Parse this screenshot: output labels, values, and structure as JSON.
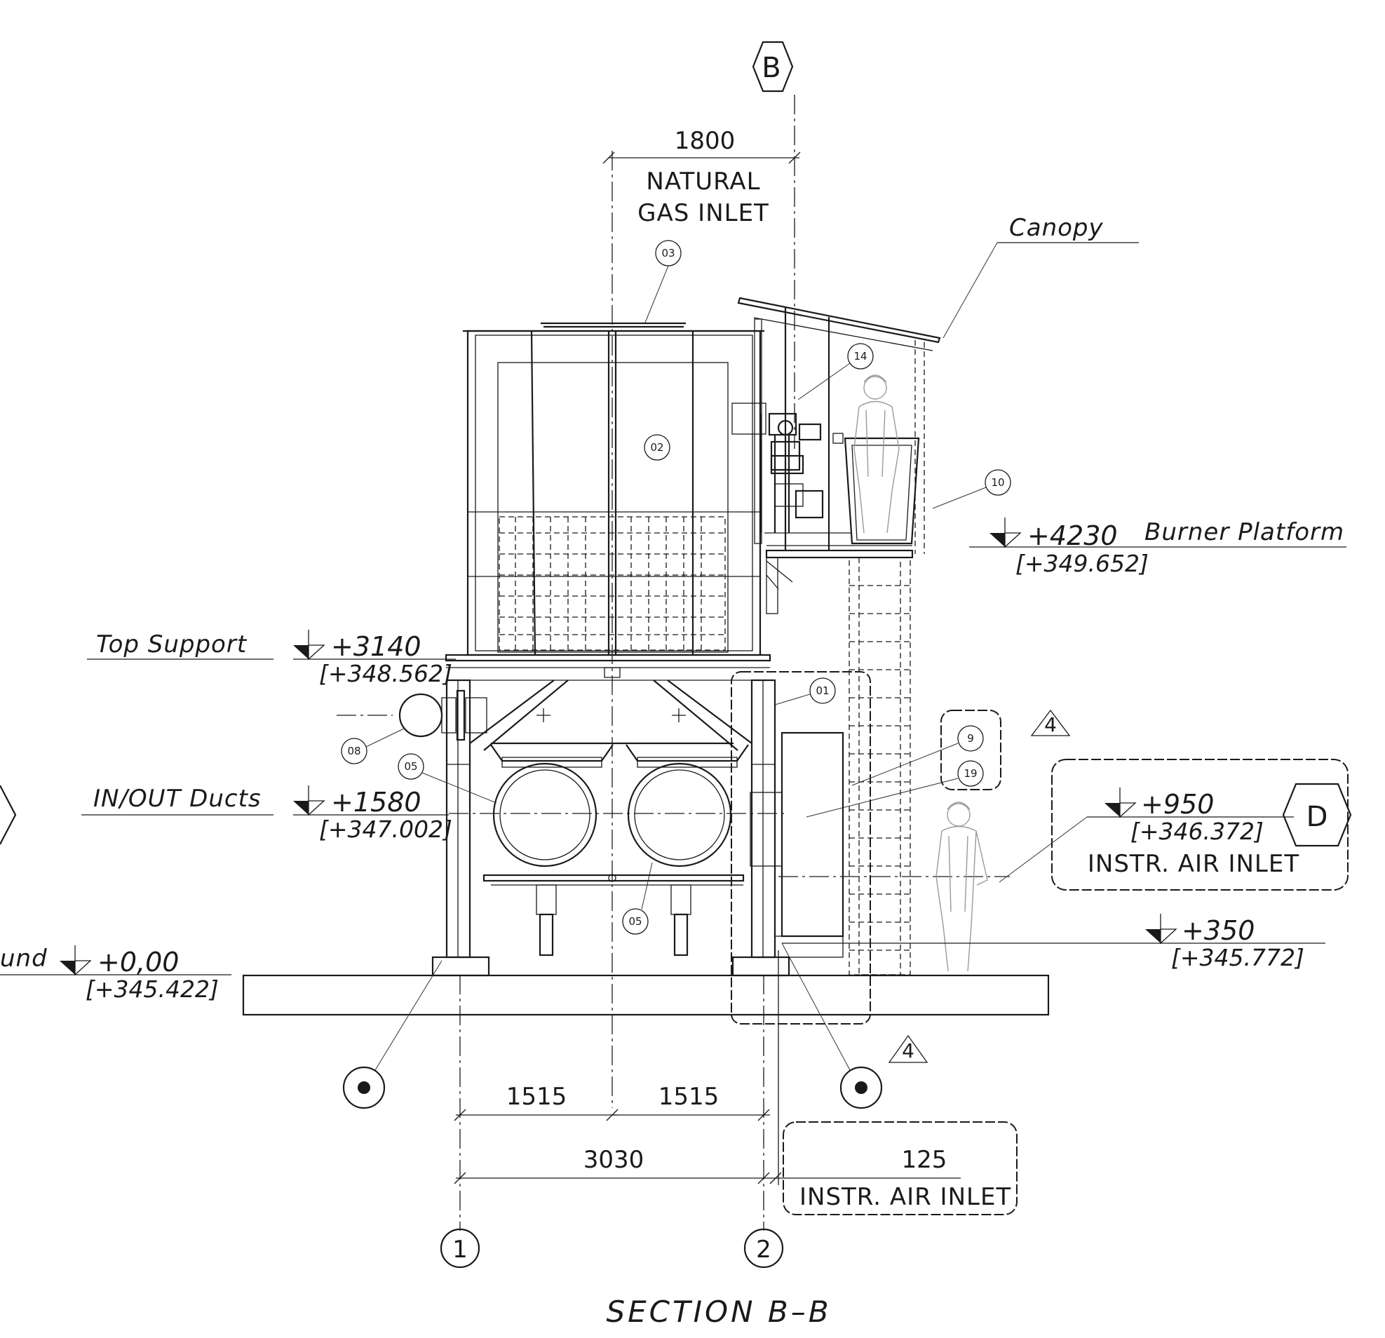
{
  "drawing": {
    "title": "SECTION B–B",
    "grid_bubbles": {
      "b": "B",
      "d": "D",
      "axis1": "1",
      "axis2": "2"
    },
    "labels": {
      "natural_gas_line1": "NATURAL",
      "natural_gas_line2": "GAS INLET",
      "canopy": "Canopy",
      "burner_platform": "Burner Platform",
      "top_support": "Top Support",
      "in_out_ducts": "IN/OUT Ducts",
      "ground_fragment": "und",
      "instr_air_inlet_upper": "INSTR. AIR INLET",
      "instr_air_inlet_lower": "INSTR. AIR INLET"
    },
    "levels": {
      "burner_platform": {
        "value": "+4230",
        "abs": "[+349.652]"
      },
      "top_support": {
        "value": "+3140",
        "abs": "[+348.562]"
      },
      "ducts": {
        "value": "+1580",
        "abs": "[+347.002]"
      },
      "ground": {
        "value": "+0,00",
        "abs": "[+345.422]"
      },
      "instr_air": {
        "value": "+950",
        "abs": "[+346.372]"
      },
      "lower": {
        "value": "+350",
        "abs": "[+345.772]"
      }
    },
    "dimensions": {
      "top": "1800",
      "left_half": "1515",
      "right_half": "1515",
      "overall": "3030",
      "offset": "125"
    },
    "item_tags": {
      "t01": "01",
      "t02": "02",
      "t03": "03",
      "t05a": "05",
      "t05b": "05",
      "t08": "08",
      "t9": "9",
      "t10": "10",
      "t14": "14",
      "t19": "19"
    },
    "revision": {
      "a": "4",
      "b": "4"
    }
  }
}
